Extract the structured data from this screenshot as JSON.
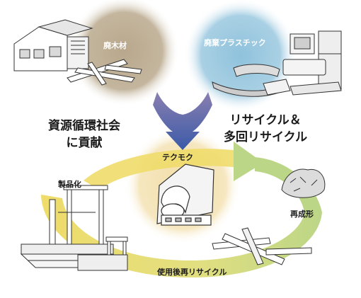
{
  "labels": {
    "waste_wood": "廃木材",
    "waste_plastic": "廃棄プラスチック",
    "product": "テクモク",
    "productization": "製品化",
    "remolding": "再成形",
    "post_use_recycle": "使用後再リサイクル"
  },
  "messages": {
    "contribution_line1": "資源循環社会",
    "contribution_line2": "に貢献",
    "recycle_line1": "リサイクル＆",
    "recycle_line2": "多回リサイクル"
  },
  "colors": {
    "wood_circle": "#b8a78c",
    "plastic_circle": "#8fc2dc",
    "product_circle": "#f2dda6",
    "cycle_yellow": "#efdc6a",
    "cycle_green": "#bcd687",
    "merge_arrow_top": "#8a7fb0",
    "merge_arrow_bottom": "#3a5aa8"
  }
}
